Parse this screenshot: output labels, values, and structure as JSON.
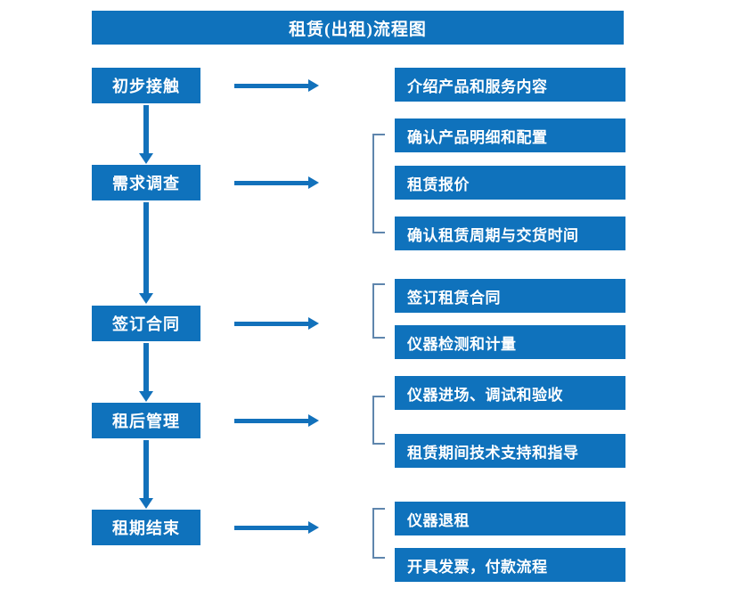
{
  "chart_data": {
    "type": "diagram",
    "title": "租赁(出租)流程图",
    "diagram_kind": "flowchart",
    "orientation": "vertical-with-side-details",
    "accent_color": "#0f72bc",
    "arrow_color": "#1271bb",
    "bracket_color": "#5f86ad",
    "text_color": "#ffffff",
    "background": "#ffffff",
    "stages": [
      {
        "label": "初步接触",
        "details": [
          "介绍产品和服务内容"
        ],
        "bracketed": false
      },
      {
        "label": "需求调查",
        "details": [
          "确认产品明细和配置",
          "租赁报价",
          "确认租赁周期与交货时间"
        ],
        "bracketed": true
      },
      {
        "label": "签订合同",
        "details": [
          "签订租赁合同",
          "仪器检测和计量"
        ],
        "bracketed": true
      },
      {
        "label": "租后管理",
        "details": [
          "仪器进场、调试和验收",
          "租赁期间技术支持和指导"
        ],
        "bracketed": true
      },
      {
        "label": "租期结束",
        "details": [
          "仪器退租",
          "开具发票，付款流程"
        ],
        "bracketed": true
      }
    ]
  },
  "header": {
    "title": "租赁(出租)流程图"
  },
  "stages": {
    "s0": {
      "label": "初步接触"
    },
    "s1": {
      "label": "需求调查"
    },
    "s2": {
      "label": "签订合同"
    },
    "s3": {
      "label": "租后管理"
    },
    "s4": {
      "label": "租期结束"
    }
  },
  "details": {
    "d0": {
      "label": "介绍产品和服务内容"
    },
    "d1": {
      "label": "确认产品明细和配置"
    },
    "d2": {
      "label": "租赁报价"
    },
    "d3": {
      "label": "确认租赁周期与交货时间"
    },
    "d4": {
      "label": "签订租赁合同"
    },
    "d5": {
      "label": "仪器检测和计量"
    },
    "d6": {
      "label": "仪器进场、调试和验收"
    },
    "d7": {
      "label": "租赁期间技术支持和指导"
    },
    "d8": {
      "label": "仪器退租"
    },
    "d9": {
      "label": "开具发票，付款流程"
    }
  }
}
